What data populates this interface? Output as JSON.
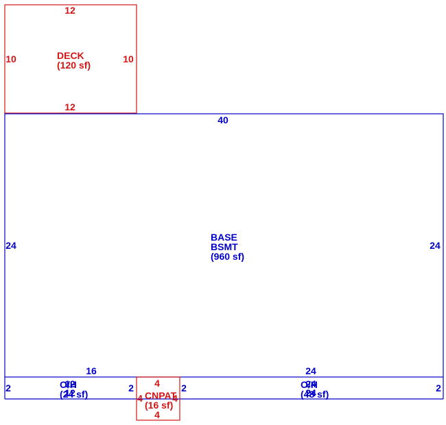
{
  "colors": {
    "base": "#0000c8",
    "addition": "#d21414"
  },
  "deck": {
    "name": "DECK",
    "area": "(120 sf)",
    "top": "12",
    "left": "10",
    "right": "10",
    "bottom": "12"
  },
  "base": {
    "name1": "BASE",
    "name2": "BSMT",
    "area": "(960 sf)",
    "top": "40",
    "left": "24",
    "right": "24",
    "bottom_left": "16",
    "bottom_right": "24"
  },
  "oh_left": {
    "name": "O/H",
    "area": "(24 sf)",
    "top": "12",
    "bottom": "12",
    "left": "2",
    "right": "2"
  },
  "oh_right": {
    "name": "O/H",
    "area": "(48 sf)",
    "top": "24",
    "bottom": "24",
    "left": "2",
    "right": "2"
  },
  "cnpat": {
    "name": "CNPAT",
    "area": "(16 sf)",
    "top": "4",
    "bottom": "4",
    "left": "4",
    "right": "4"
  }
}
